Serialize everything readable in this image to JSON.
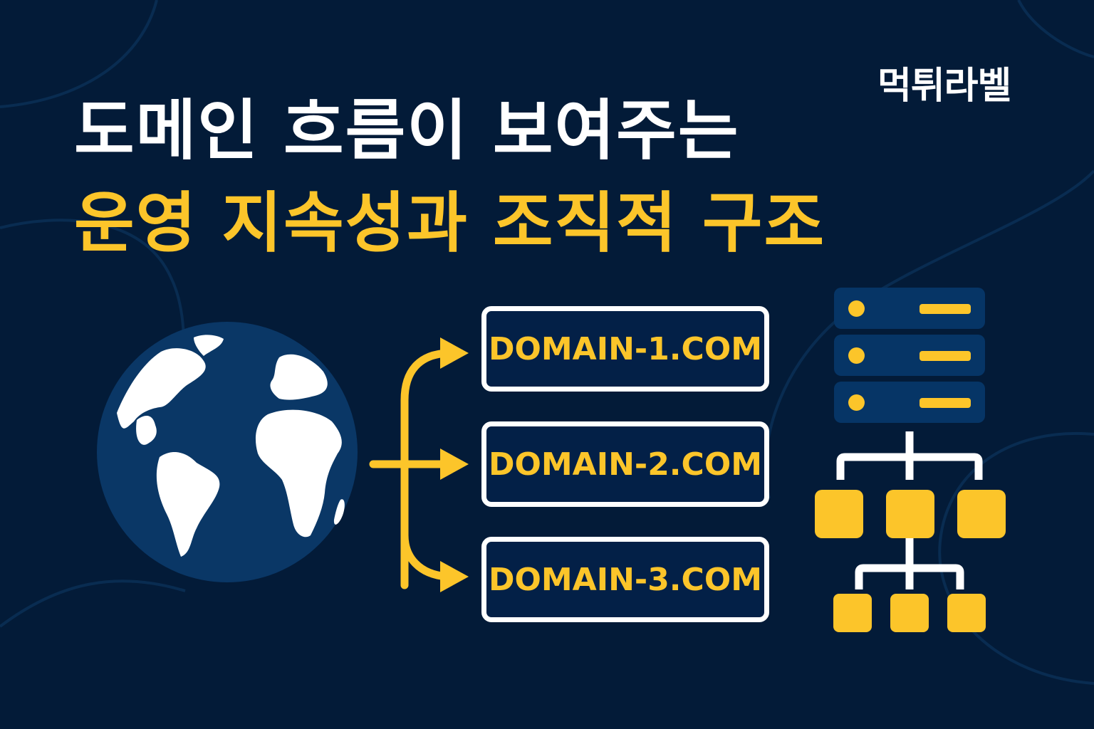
{
  "brand": {
    "label": "먹튀라벨"
  },
  "title": {
    "line1": "도메인 흐름이 보여주는",
    "line2": "운영 지속성과 조직적 구조"
  },
  "diagram": {
    "source_icon": "globe-icon",
    "domains": [
      {
        "label": "DOMAIN-1.COM"
      },
      {
        "label": "DOMAIN-2.COM"
      },
      {
        "label": "DOMAIN-3.COM"
      }
    ],
    "server_icon": {
      "units": 3
    },
    "org_chart": {
      "level1_nodes": 3,
      "level2_nodes": 3
    }
  },
  "colors": {
    "background": "#031b38",
    "accent_yellow": "#fcc52a",
    "white": "#ffffff",
    "globe_blue": "#0a3766",
    "server_blue": "#063566",
    "box_fill": "#032047"
  }
}
